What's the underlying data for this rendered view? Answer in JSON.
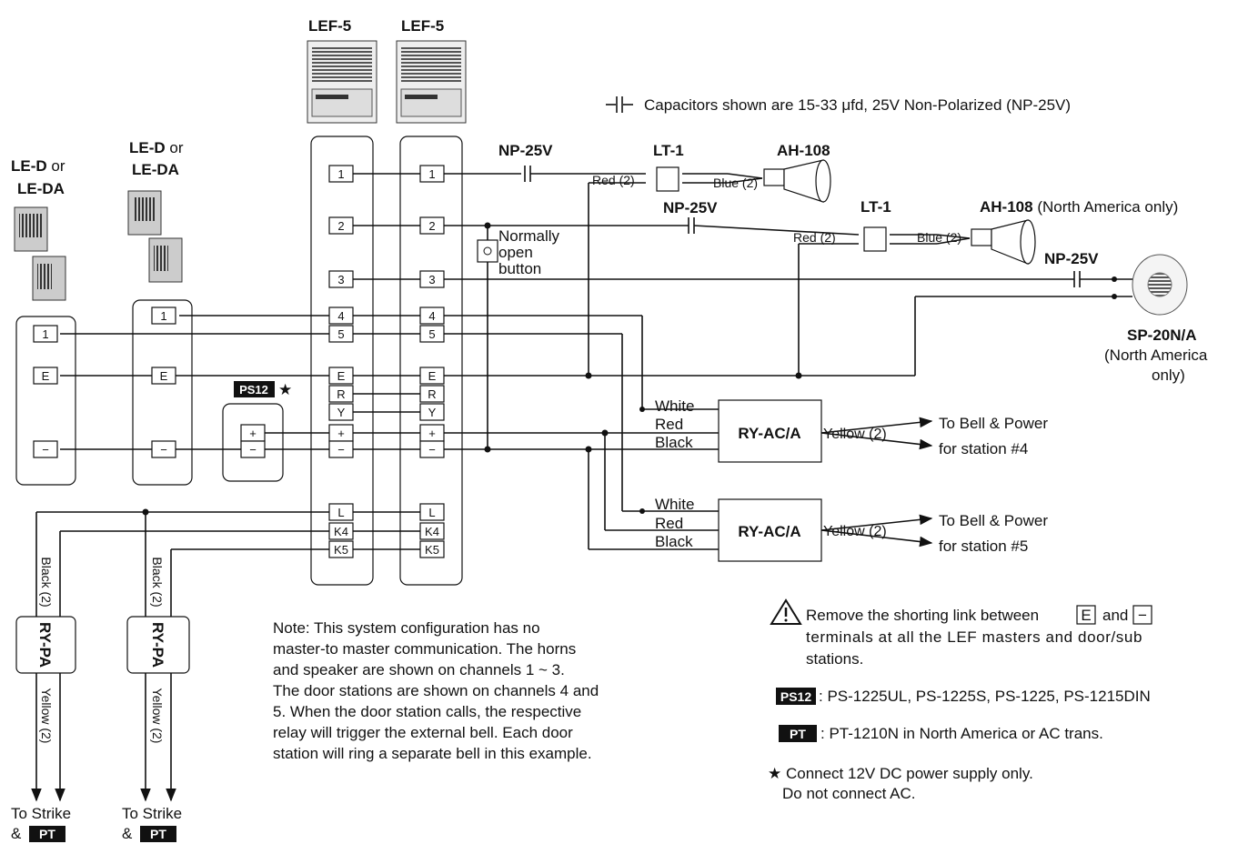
{
  "devices": {
    "lef5_a": "LEF-5",
    "lef5_b": "LEF-5",
    "led1_a": "LE-D",
    "led1_or": "or",
    "led1_b": "LE-DA",
    "led2_a": "LE-D",
    "led2_or": "or",
    "led2_b": "LE-DA",
    "np25v_1": "NP-25V",
    "np25v_2": "NP-25V",
    "np25v_3": "NP-25V",
    "lt1_1": "LT-1",
    "lt1_2": "LT-1",
    "ah108_1": "AH-108",
    "ah108_2": "AH-108",
    "ah108_2_note": "(North America only)",
    "sp20_name": "SP-20N/A",
    "sp20_note1": "(North America",
    "sp20_note2": "only)",
    "rya_1": "RY-AC/A",
    "rya_2": "RY-AC/A",
    "rypa_1": "RY-PA",
    "rypa_2": "RY-PA",
    "ps12": "PS12",
    "star": "★",
    "button1": "Normally",
    "button2": "open",
    "button3": "button"
  },
  "capacitor_note": "Capacitors shown are 15-33 μfd, 25V Non-Polarized (NP-25V)",
  "terminals": {
    "lef": [
      "1",
      "2",
      "3",
      "4",
      "5",
      "E",
      "R",
      "Y",
      "+",
      "−",
      "L",
      "K4",
      "K5"
    ],
    "door": [
      "1",
      "E",
      "−"
    ],
    "door2": [
      "1",
      "E",
      "−"
    ],
    "ps": [
      "+",
      "−"
    ]
  },
  "wires": {
    "red2": "Red (2)",
    "blue2": "Blue (2)",
    "white": "White",
    "red": "Red",
    "black": "Black",
    "yellow2": "Yellow (2)",
    "black2": "Black (2)",
    "yellow2v": "Yellow (2)"
  },
  "outputs": {
    "bell4_a": "To Bell & Power",
    "bell4_b": "for station #4",
    "bell5_a": "To Bell & Power",
    "bell5_b": "for station #5",
    "strike_a": "To Strike",
    "strike_b": "&",
    "pt": "PT"
  },
  "notes": {
    "note_lines": [
      "Note:  This system configuration has no",
      "master-to master communication. The horns",
      "and speaker are shown on channels 1 ~ 3.",
      "The door stations are shown on channels 4 and",
      "5. When the door station calls, the respective",
      "relay will trigger the external bell. Each door",
      "station will ring a separate bell in this example."
    ],
    "warning_a": "Remove the shorting link between",
    "warning_e": "E",
    "warning_and": "and",
    "warning_minus": "−",
    "warning_b": "terminals at all the LEF masters and door/sub",
    "warning_c": "stations.",
    "ps12_tag": "PS12",
    "ps12_text": ": PS-1225UL, PS-1225S, PS-1225, PS-1215DIN",
    "pt_tag": "PT",
    "pt_text": ": PT-1210N in North America or AC trans.",
    "star_a": "★ Connect 12V DC power supply only.",
    "star_b": "Do not connect AC."
  }
}
